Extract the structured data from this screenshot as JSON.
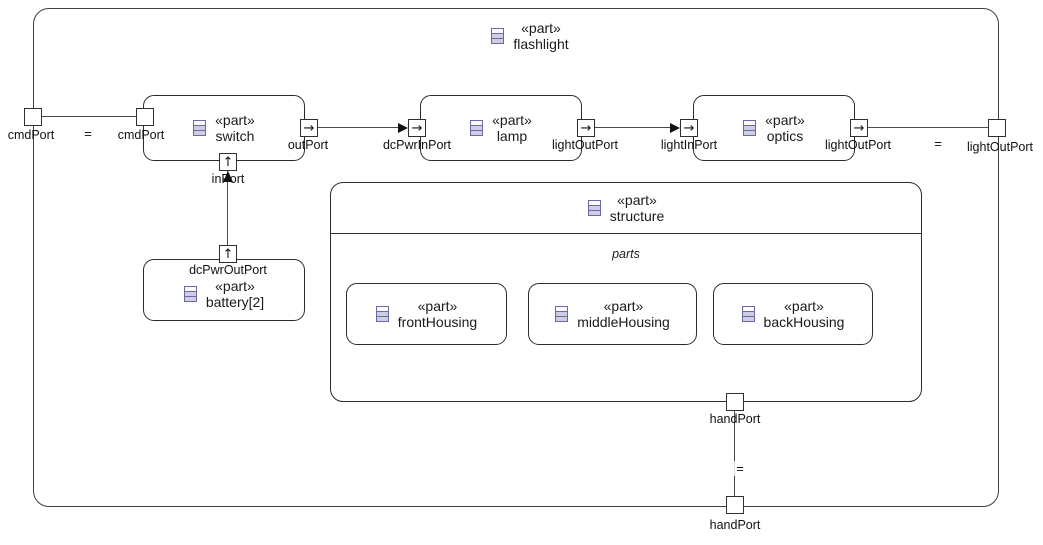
{
  "icons": {
    "flow_right": "→",
    "flow_up": "↑"
  },
  "labels": {
    "equals": "=",
    "parts_compartment": "parts"
  },
  "blocks": {
    "flashlight": {
      "stereotype": "«part»",
      "name": "flashlight"
    },
    "switch": {
      "stereotype": "«part»",
      "name": "switch"
    },
    "lamp": {
      "stereotype": "«part»",
      "name": "lamp"
    },
    "optics": {
      "stereotype": "«part»",
      "name": "optics"
    },
    "battery": {
      "stereotype": "«part»",
      "name": "battery[2]"
    },
    "structure": {
      "stereotype": "«part»",
      "name": "structure"
    },
    "frontHousing": {
      "stereotype": "«part»",
      "name": "frontHousing"
    },
    "middleHousing": {
      "stereotype": "«part»",
      "name": "middleHousing"
    },
    "backHousing": {
      "stereotype": "«part»",
      "name": "backHousing"
    }
  },
  "ports": {
    "outer_cmdPort": "cmdPort",
    "switch_cmdPort": "cmdPort",
    "switch_outPort": "outPort",
    "switch_inPort": "inPort",
    "lamp_dcPwrInPort": "dcPwrInPort",
    "lamp_lightOutPort": "lightOutPort",
    "optics_lightInPort": "lightInPort",
    "optics_lightOutPort": "lightOutPort",
    "outer_lightOutPort": "lightOutPort",
    "battery_dcPwrOutPort": "dcPwrOutPort",
    "structure_handPort": "handPort",
    "outer_handPort": "handPort"
  }
}
